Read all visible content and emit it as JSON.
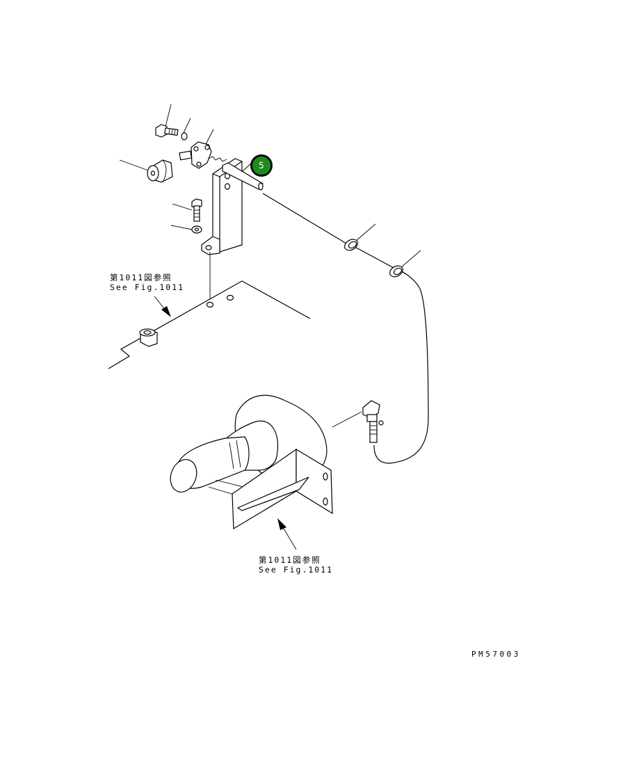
{
  "references": [
    {
      "jp": "第1011図参照",
      "en": "See Fig.1011"
    },
    {
      "jp": "第1011図参照",
      "en": "See Fig.1011"
    }
  ],
  "callout": {
    "number": "5",
    "color": "#1f8a1f"
  },
  "drawing_code": "PM57003"
}
